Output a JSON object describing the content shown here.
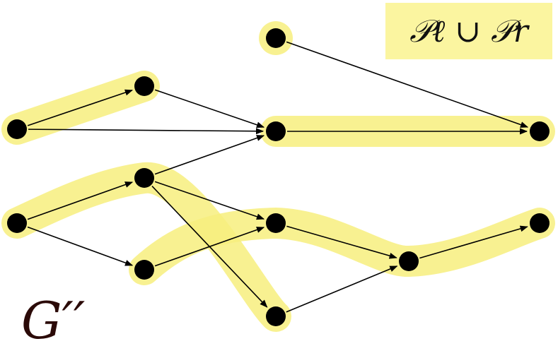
{
  "legend": {
    "text": "𝒫ℓ ∪ 𝒫r"
  },
  "graph_label": "G′′",
  "colors": {
    "highlight": "#f7ef7e",
    "node": "#000000",
    "edge": "#000000",
    "label": "#2b0a08"
  },
  "nodes": [
    {
      "id": "n1"
    },
    {
      "id": "n2"
    },
    {
      "id": "n3"
    },
    {
      "id": "n4"
    },
    {
      "id": "n5"
    },
    {
      "id": "n6"
    },
    {
      "id": "n7"
    },
    {
      "id": "n8"
    },
    {
      "id": "n9"
    },
    {
      "id": "n10"
    },
    {
      "id": "n11"
    },
    {
      "id": "n12"
    }
  ],
  "edges": [
    {
      "from": "n1",
      "to": "n2"
    },
    {
      "from": "n1",
      "to": "n3"
    },
    {
      "from": "n2",
      "to": "n3"
    },
    {
      "from": "n3",
      "to": "n4"
    },
    {
      "from": "n5",
      "to": "n4"
    },
    {
      "from": "n6",
      "to": "n7"
    },
    {
      "from": "n6",
      "to": "n8"
    },
    {
      "from": "n7",
      "to": "n3"
    },
    {
      "from": "n7",
      "to": "n9"
    },
    {
      "from": "n7",
      "to": "n11"
    },
    {
      "from": "n8",
      "to": "n9"
    },
    {
      "from": "n9",
      "to": "n10"
    },
    {
      "from": "n11",
      "to": "n10"
    },
    {
      "from": "n10",
      "to": "n12"
    }
  ],
  "highlighted_paths": [
    [
      "n1",
      "n2"
    ],
    [
      "n3",
      "n4"
    ],
    [
      "n5"
    ],
    [
      "n6",
      "n7",
      "n11"
    ],
    [
      "n8",
      "n9",
      "n10",
      "n12"
    ]
  ]
}
